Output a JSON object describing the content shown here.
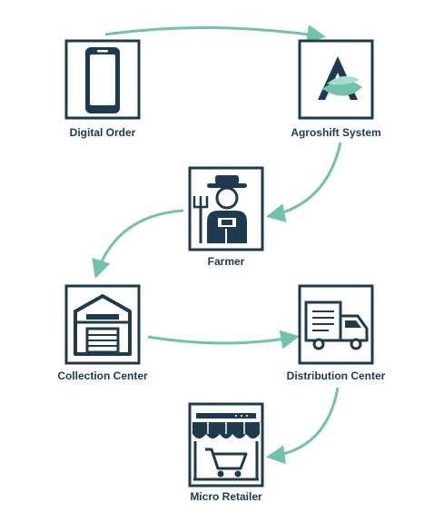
{
  "colors": {
    "dark": "#1d3a4f",
    "accent": "#6fc3ad",
    "accent_light": "#a9dccd",
    "background": "#ffffff"
  },
  "nodes": {
    "digital_order": {
      "label": "Digital Order",
      "icon": "smartphone-icon"
    },
    "agroshift_system": {
      "label": "Agroshift System",
      "icon": "agroshift-logo-icon"
    },
    "farmer": {
      "label": "Farmer",
      "icon": "farmer-icon"
    },
    "collection_center": {
      "label": "Collection Center",
      "icon": "warehouse-icon"
    },
    "distribution_center": {
      "label": "Distribution Center",
      "icon": "truck-icon"
    },
    "micro_retailer": {
      "label": "Micro Retailer",
      "icon": "storefront-cart-icon"
    }
  }
}
